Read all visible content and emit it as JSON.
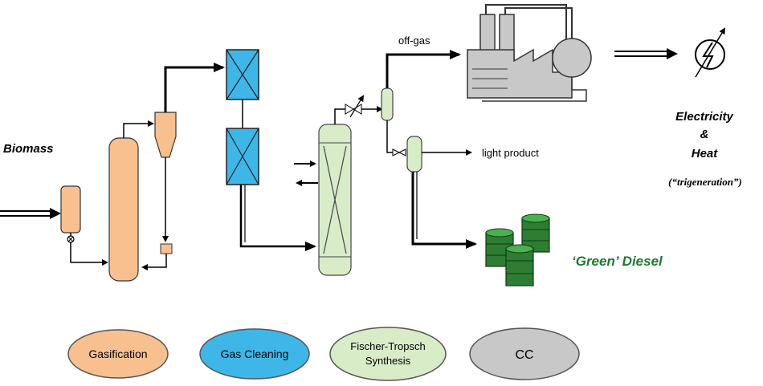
{
  "labels": {
    "biomass": "Biomass",
    "off_gas": "off-gas",
    "light_product": "light product",
    "electricity": "Electricity",
    "ampersand": "&",
    "heat": "Heat",
    "trigeneration": "(“trigeneration”)",
    "green_diesel": "‘Green’ Diesel"
  },
  "legend": {
    "gasification": "Gasification",
    "gas_cleaning": "Gas Cleaning",
    "ft_line1": "Fischer-Tropsch",
    "ft_line2": "Synthesis",
    "cc": "CC"
  },
  "colors": {
    "gasification": "#f9c08f",
    "gas_cleaning": "#3eb7e8",
    "fischer_tropsch": "#d9ecc8",
    "cc": "#c8c8c8",
    "green_diesel": "#1e7a2e",
    "drum": "#2e7d32"
  }
}
